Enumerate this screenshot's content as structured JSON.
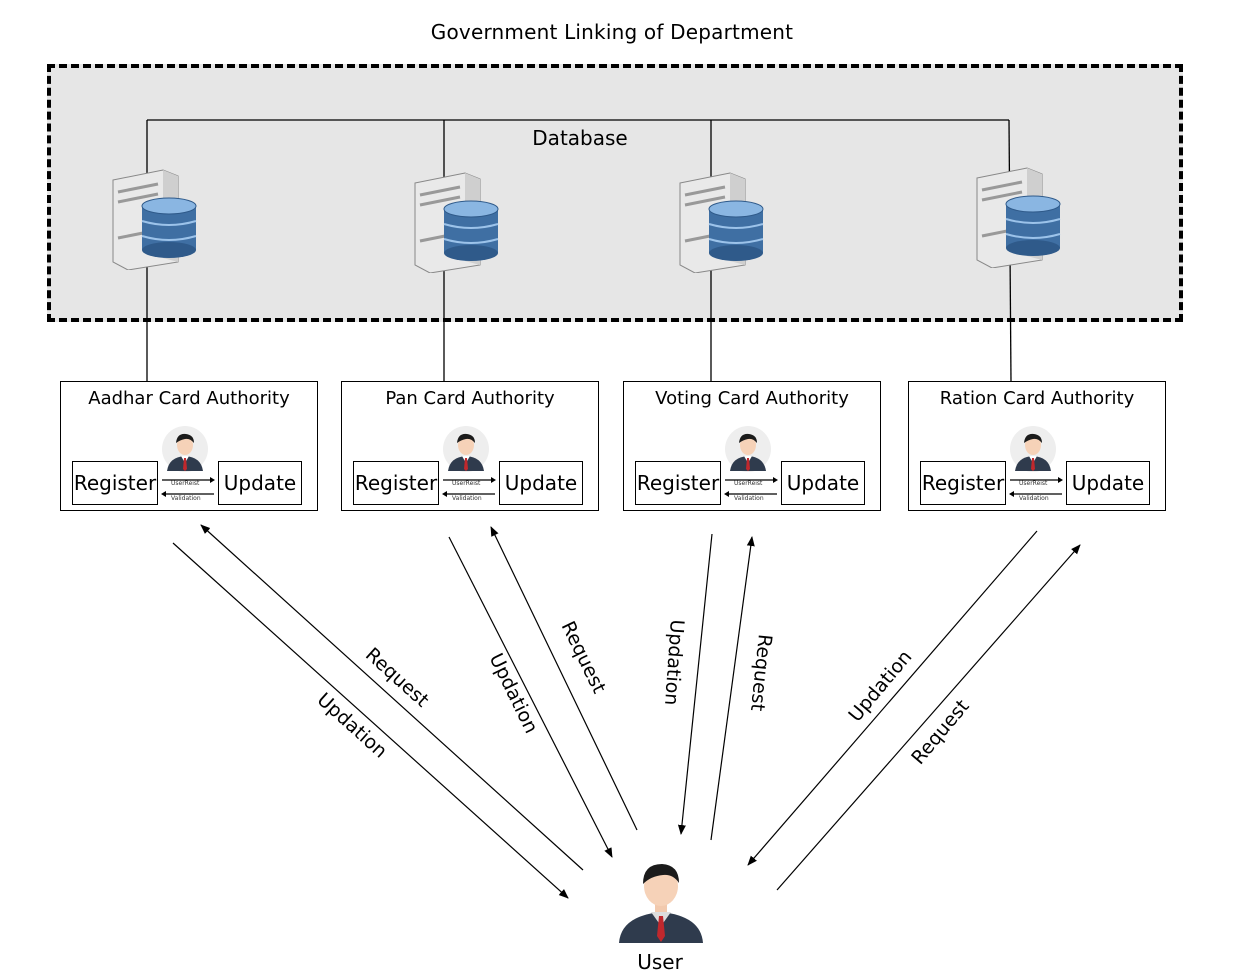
{
  "title": "Government Linking of Department",
  "database": {
    "label": "Database"
  },
  "authorities": [
    {
      "name": "Aadhar Card Authority",
      "register": "Register",
      "update": "Update",
      "upper_arrow": "UserReist",
      "lower_arrow": "Validation"
    },
    {
      "name": "Pan Card Authority",
      "register": "Register",
      "update": "Update",
      "upper_arrow": "UserReist",
      "lower_arrow": "Validation"
    },
    {
      "name": "Voting Card Authority",
      "register": "Register",
      "update": "Update",
      "upper_arrow": "UserReist",
      "lower_arrow": "Validation"
    },
    {
      "name": "Ration Card Authority",
      "register": "Register",
      "update": "Update",
      "upper_arrow": "UserReist",
      "lower_arrow": "Validation"
    }
  ],
  "flows": {
    "request": "Request",
    "updation": "Updation"
  },
  "user": {
    "label": "User"
  },
  "colors": {
    "db_region": "#e6e6e6",
    "cylinder": "#3f6fa3",
    "suit": "#2f3b4d",
    "tie": "#c0282d"
  }
}
